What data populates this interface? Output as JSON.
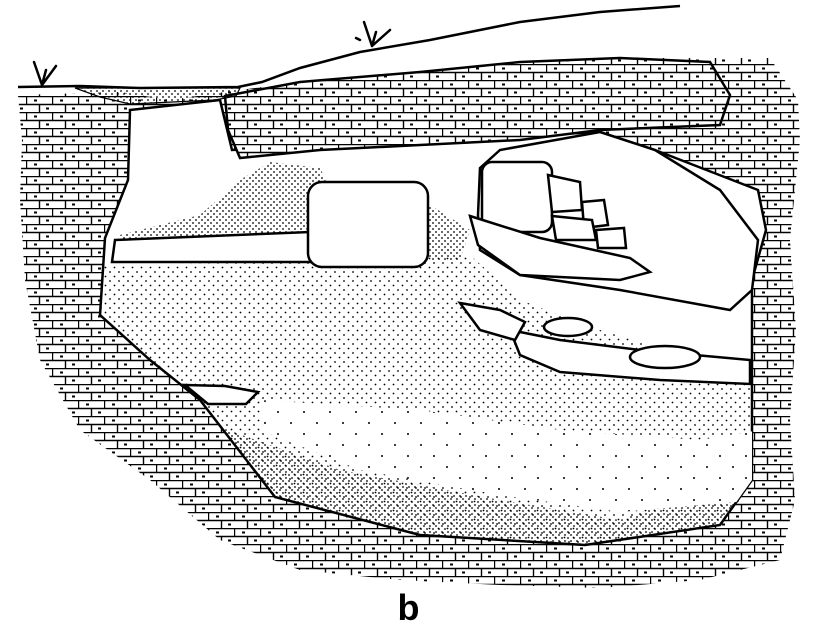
{
  "figure": {
    "panel_label": "b",
    "colors": {
      "ink": "#000000",
      "background": "#ffffff"
    },
    "elements": [
      "ground-surface",
      "grass-tufts",
      "limestone-bedrock",
      "rock-overhang",
      "cave-sediment-fill",
      "limestone-blocks",
      "lenses"
    ]
  }
}
